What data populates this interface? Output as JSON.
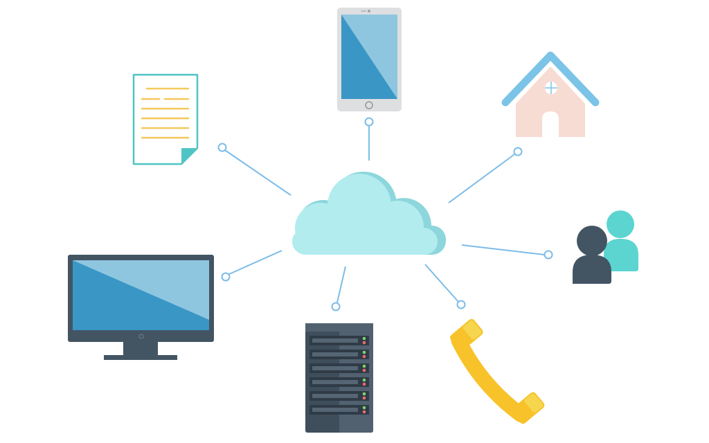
{
  "diagram": {
    "hub": {
      "icon": "cloud-icon"
    },
    "nodes": [
      {
        "id": "tablet",
        "icon": "tablet-icon"
      },
      {
        "id": "home",
        "icon": "house-icon"
      },
      {
        "id": "users",
        "icon": "users-icon"
      },
      {
        "id": "phone",
        "icon": "phone-handset-icon"
      },
      {
        "id": "server",
        "icon": "server-rack-icon"
      },
      {
        "id": "monitor",
        "icon": "desktop-monitor-icon"
      },
      {
        "id": "document",
        "icon": "document-icon"
      }
    ]
  },
  "colors": {
    "connector": "#7bbce8",
    "cloud": "#b2ecee",
    "cloud_shadow": "#8cd6dc",
    "screen_blue": "#3a96c5",
    "screen_light": "#8ec6e0",
    "device_frame": "#dedfe0",
    "dark_slate": "#435563",
    "teal": "#5cd4d0",
    "house_pink": "#f7dcd4",
    "roof_blue": "#7bc4e8",
    "phone_yellow": "#f8c22a",
    "doc_border": "#4fc4c4",
    "doc_lines": "#f4c85a",
    "server_dark": "#3f4e5b",
    "server_mid": "#516170",
    "led_green": "#7cd36b",
    "led_red": "#ee6a6a"
  }
}
